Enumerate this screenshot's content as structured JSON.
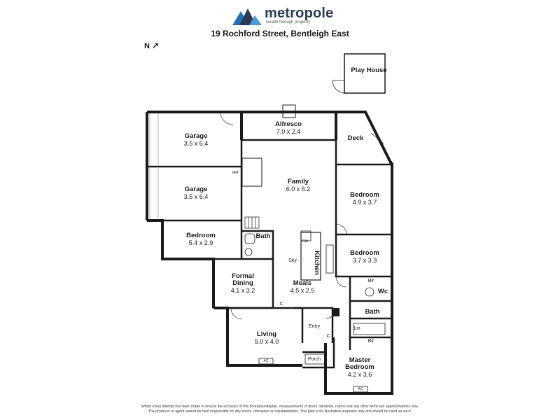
{
  "header": {
    "brand": "metropole",
    "tagline": "wealth through property",
    "address": "19 Rochford Street, Bentleigh East",
    "north_label": "N",
    "brand_color": "#2b3a55"
  },
  "rooms": {
    "play_house": {
      "name": "Play House"
    },
    "alfresco": {
      "name": "Alfresco",
      "dims": "7.0 x 2.4"
    },
    "deck": {
      "name": "Deck"
    },
    "garage_1": {
      "name": "Garage",
      "dims": "3.5 x 6.4"
    },
    "garage_2": {
      "name": "Garage",
      "dims": "3.5 x 6.4"
    },
    "family": {
      "name": "Family",
      "dims": "6.0 x 6.2"
    },
    "bedroom_top": {
      "name": "Bedroom",
      "dims": "4.9 x 3.7"
    },
    "bedroom_left": {
      "name": "Bedroom",
      "dims": "5.4 x 2.9"
    },
    "bath_small": {
      "name": "Bath"
    },
    "kitchen": {
      "name": "Kitchen"
    },
    "bedroom_mid": {
      "name": "Bedroom",
      "dims": "3.7 x 3.3"
    },
    "formal_dining": {
      "name": "Formal Dining",
      "dims": "4.1 x 3.2"
    },
    "meals": {
      "name": "Meals",
      "dims": "4.5 x 2.5"
    },
    "wc": {
      "name": "Wc"
    },
    "bath_main": {
      "name": "Bath"
    },
    "living": {
      "name": "Living",
      "dims": "5.0 x 4.0"
    },
    "master_bedroom": {
      "name": "Master Bedroom",
      "dims": "4.2 x 3.6"
    }
  },
  "fixtures": {
    "sky": "Sky",
    "dw": "DW",
    "wm": "WM",
    "bir_top": "Bir",
    "bir_master": "Bir",
    "lin": "Lin",
    "entry": "Entry",
    "porch": "Porch",
    "c_meals": "C",
    "c_entry": "C",
    "ac_living": "AC",
    "ac_master": "AC"
  },
  "disclaimer": {
    "line1": "Whilst every attempt has been made to ensure the accuracy of this floorplan/siteplan, measurements of doors, windows, rooms and any other items are approximations only.",
    "line2": "The producer or agent cannot be held responsible for any errors, omissions or misstatements. This plan is for illustrative purposes only and should be used as such."
  }
}
